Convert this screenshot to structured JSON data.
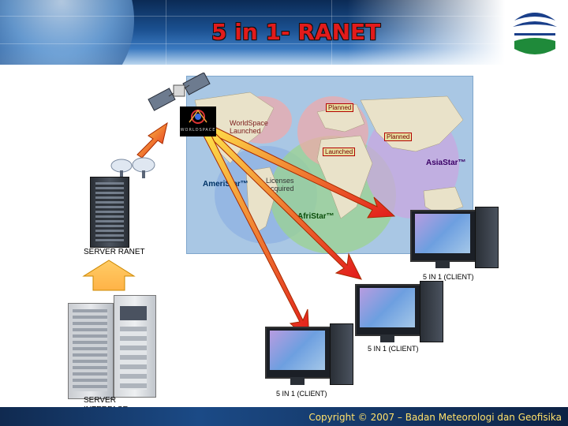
{
  "title": "5 in 1- RANET",
  "copyright": "Copyright © 2007 – Badan Meteorologi dan Geofisika",
  "map": {
    "labels": {
      "planned_top": "Planned",
      "planned_right": "Planned",
      "launched": "Launched",
      "worldspace": "WorldSpace\nLaunched",
      "asiastar": "AsiaStar™",
      "ameristar": "AmeriStar™",
      "licenses": "Licenses\nAcquired",
      "afristar": "AfriStar™"
    },
    "colors": {
      "ocean": "#a9c7e4",
      "land": "#e9e2c9",
      "footprint_green": "#9bd48a",
      "footprint_purple": "#c9a7e0",
      "footprint_pink": "#f2a8a8",
      "footprint_blue": "#8fb1e3"
    }
  },
  "labels": {
    "server_ranet": "SERVER RANET",
    "server_interface": "SERVER\nINTERFACE",
    "client1": "5 IN 1 (CLIENT)",
    "client2": "5 IN 1 (CLIENT)",
    "client3": "5 IN 1 (CLIENT)",
    "worldspace_logo": "WORLDSPACE"
  },
  "colors": {
    "title": "#e21b1b",
    "arrow_from": "#ffe14a",
    "arrow_to": "#e21b1b",
    "copyright": "#ffe06a"
  }
}
